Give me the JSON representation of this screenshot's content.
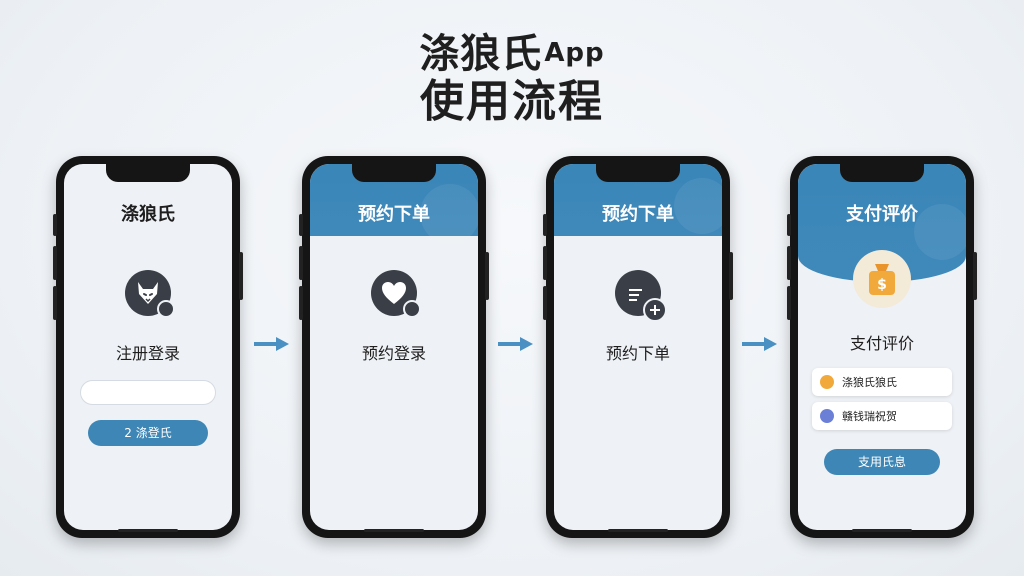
{
  "title": {
    "line1": "涤狼氏",
    "app": "App",
    "line2": "使用流程"
  },
  "phones": [
    {
      "screen_title": "涤狼氏",
      "label": "注册登录",
      "input_placeholder": "",
      "button_label": "2 涤登氏",
      "icon": "wolf-icon"
    },
    {
      "screen_title": "预约下单",
      "label": "预约登录",
      "icon": "heart-icon"
    },
    {
      "screen_title": "预约下单",
      "label": "预约下单",
      "icon": "document-add-icon"
    },
    {
      "screen_title": "支付评价",
      "label": "支付评价",
      "icon": "money-bag-icon",
      "cards": [
        {
          "text": "涤狼氏狼氏",
          "icon": "coin-icon"
        },
        {
          "text": "赣钱瑞祝贺",
          "icon": "check-icon"
        }
      ],
      "button_label": "支用氏息"
    }
  ],
  "colors": {
    "accent": "#3d86b5",
    "header": "#3a86b8",
    "arrow": "#4a90c2",
    "dark": "#3a3f47",
    "bag": "#f2a93b"
  }
}
